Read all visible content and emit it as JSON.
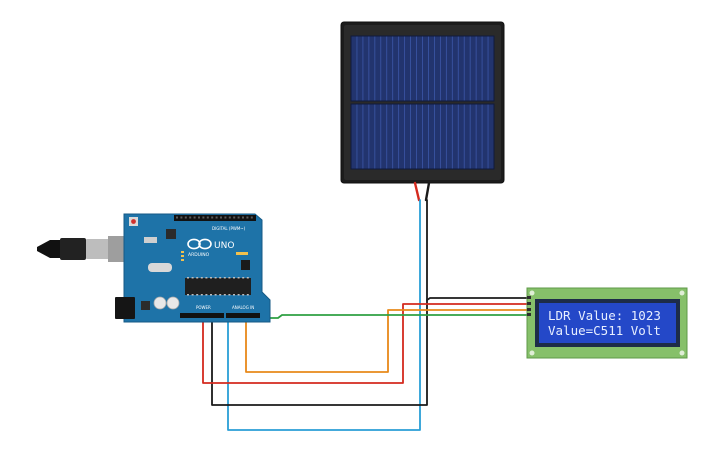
{
  "arduino": {
    "brand_text": "ARDUINO",
    "model_text": "UNO",
    "header_label": "DIGITAL (PWM~)",
    "power_label": "POWER",
    "analog_label": "ANALOG IN"
  },
  "lcd": {
    "line1": "LDR Value: 1023",
    "line2": "Value=C511 Volt"
  },
  "wires": {
    "green": "#2ea043",
    "orange": "#e8891a",
    "red": "#d42a1e",
    "black": "#1a1a1a",
    "cyan": "#2a9fd6"
  },
  "colors": {
    "board_blue": "#1e73a8",
    "lcd_green": "#86c06a",
    "lcd_screen": "#2448c8",
    "panel_frame": "#1c1c1c",
    "panel_cell": "#22346e"
  }
}
